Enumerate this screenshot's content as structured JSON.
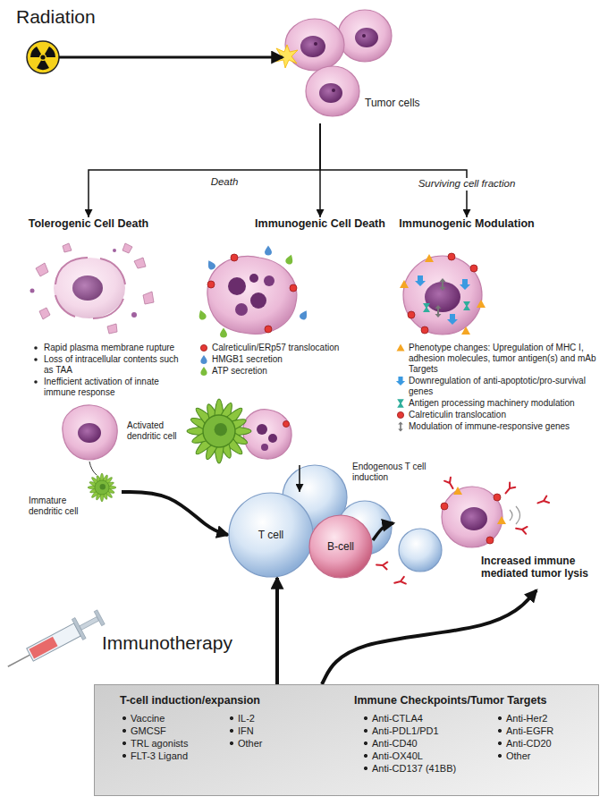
{
  "diagram": {
    "nodes": [
      {
        "text": [
          "Radiation"
        ]
      },
      {
        "text": [
          "Tumor cells"
        ]
      },
      {
        "text": [
          "Tolerogenic Cell Death",
          "Rapid plasma membrane rupture",
          "Loss of intracellular contents such as TAA",
          "Inefficient activation of innate immune response"
        ]
      },
      {
        "text": [
          "Immunogenic Cell Death",
          "Calreticulin/ERp57 translocation",
          "HMGB1 secretion",
          "ATP secretion"
        ]
      },
      {
        "text": [
          "Immunogenic Modulation",
          "Phenotype changes: Upregulation of MHC I, adhesion molecules, tumor antigen(s) and mAb Targets",
          "Downregulation of anti-apoptotic/pro-survival genes",
          "Antigen processing machinery modulation",
          "Calreticulin translocation",
          "Modulation of immune-responsive genes"
        ]
      },
      {
        "text": [
          "Immature dendritic cell"
        ]
      },
      {
        "text": [
          "Activated dendritic cell"
        ]
      },
      {
        "text": [
          "T cell"
        ]
      },
      {
        "text": [
          "B-cell"
        ]
      },
      {
        "text": [
          "Increased immune mediated tumor lysis"
        ]
      },
      {
        "text": [
          "Immunotherapy",
          "T-cell induction/expansion",
          "Vaccine",
          "GMCSF",
          "TRL agonists",
          "FLT-3 Ligand",
          "IL-2",
          "IFN",
          "Other",
          "Immune Checkpoints/Tumor Targets",
          "Anti-CTLA4",
          "Anti-PDL1/PD1",
          "Anti-CD40",
          "Anti-OX40L",
          "Anti-CD137 (41BB)",
          "Anti-Her2",
          "Anti-EGFR",
          "Anti-CD20",
          "Other"
        ]
      }
    ],
    "edges": [
      {
        "from": 0,
        "to": 1,
        "arrow": "to"
      },
      {
        "from": 1,
        "to": 2,
        "arrow": "to"
      },
      {
        "from": 1,
        "to": 3,
        "arrow": "to"
      },
      {
        "from": 1,
        "to": 4,
        "label": "Surviving cell fraction",
        "arrow": "to"
      },
      {
        "from": 5,
        "to": 7,
        "arrow": "to"
      },
      {
        "from": 6,
        "to": 7,
        "label": "Endogenous T cell induction",
        "arrow": "to"
      },
      {
        "from": 8,
        "to": 9,
        "arrow": "to"
      },
      {
        "from": 10,
        "to": 7,
        "arrow": "to"
      },
      {
        "from": 10,
        "to": 9,
        "arrow": "to"
      }
    ],
    "labels": [
      "Death"
    ]
  }
}
